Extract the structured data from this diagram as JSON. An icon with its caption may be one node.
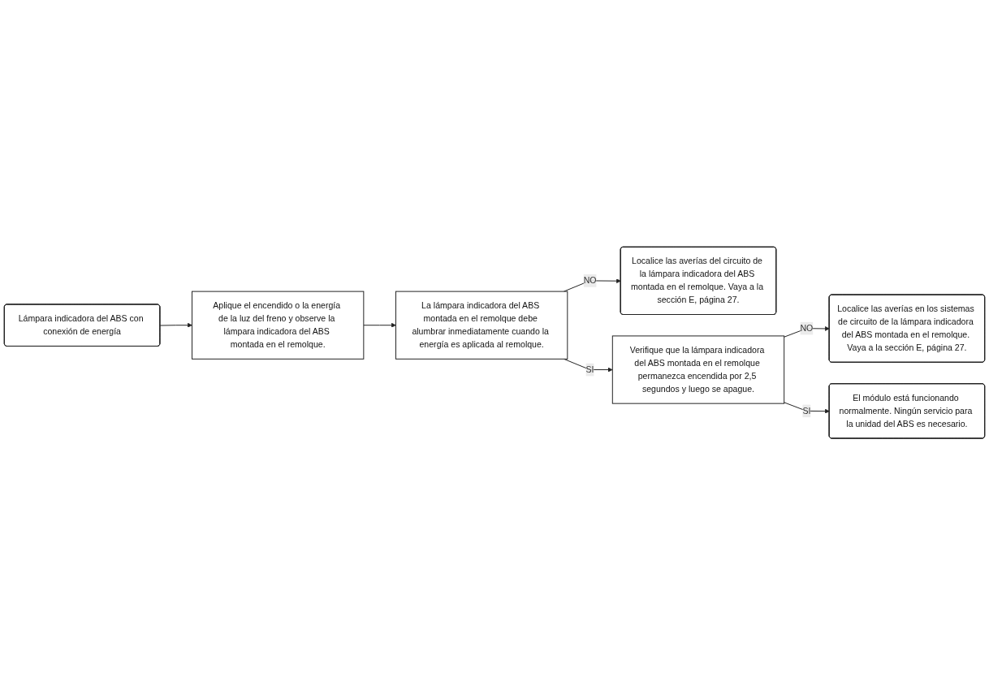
{
  "diagram": {
    "nodes": [
      {
        "text": [
          "Lámpara indicadora del ABS con conexión de energía"
        ]
      },
      {
        "text": [
          "Aplique el encendido o la energía de la luz del freno y observe la lámpara indicadora del ABS montada en el remolque."
        ]
      },
      {
        "text": [
          "Localice las averías del circuito de la lámpara indicadora del ABS montada en el remolque. Vaya a la sección E, página 27."
        ]
      },
      {
        "text": [
          "La lámpara indicadora del ABS montada en el remolque debe alumbrar inmediatamente cuando la energía es aplicada al remolque."
        ]
      },
      {
        "text": [
          "Localice las averías en los sistemas de circuito de la lámpara indicadora del ABS montada en el remolque. Vaya a la sección E, página 27."
        ]
      },
      {
        "text": [
          "Verifique que la lámpara indicadora del ABS montada en el remolque permanezca encendida por 2,5 segundos y luego se apague."
        ]
      },
      {
        "text": [
          "El módulo está funcionando normalmente. Ningún servicio para la unidad del ABS es necesario."
        ]
      }
    ],
    "edges": [
      {
        "from": 0,
        "to": 1,
        "arrow": "to"
      },
      {
        "from": 1,
        "to": 3,
        "arrow": "to"
      },
      {
        "from": 3,
        "to": 2,
        "label": "NO",
        "arrow": "to"
      },
      {
        "from": 3,
        "to": 5,
        "label": "SI",
        "arrow": "to"
      },
      {
        "from": 5,
        "to": 4,
        "label": "NO",
        "arrow": "to"
      },
      {
        "from": 5,
        "to": 6,
        "label": "SI",
        "arrow": "to"
      }
    ]
  }
}
